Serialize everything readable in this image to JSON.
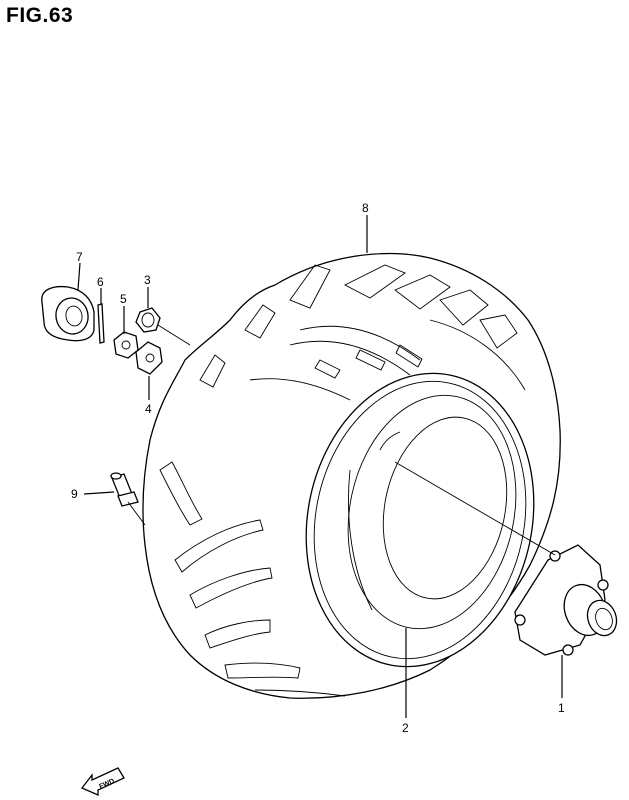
{
  "figure": {
    "title": "FIG.63"
  },
  "callouts": [
    {
      "id": "1",
      "label": "1"
    },
    {
      "id": "2",
      "label": "2"
    },
    {
      "id": "3",
      "label": "3"
    },
    {
      "id": "4",
      "label": "4"
    },
    {
      "id": "5",
      "label": "5"
    },
    {
      "id": "6",
      "label": "6"
    },
    {
      "id": "7",
      "label": "7"
    },
    {
      "id": "8",
      "label": "8"
    },
    {
      "id": "9",
      "label": "9"
    }
  ],
  "direction_badge": {
    "label": "FWD"
  }
}
